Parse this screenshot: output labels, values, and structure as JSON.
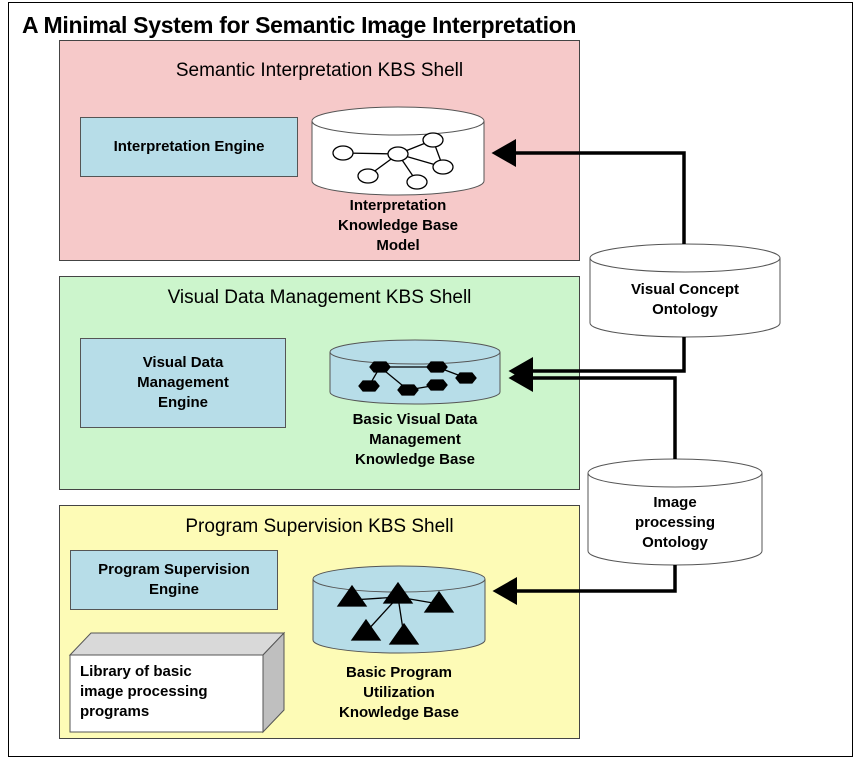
{
  "title": "A Minimal System for Semantic Image Interpretation",
  "shells": {
    "semantic": {
      "title": "Semantic Interpretation KBS Shell",
      "engine": "Interpretation Engine",
      "kb_label": "Interpretation\nKnowledge Base\nModel",
      "color": "#f6c9c9"
    },
    "visual": {
      "title": "Visual Data Management KBS Shell",
      "engine": "Visual Data\nManagement\nEngine",
      "kb_label": "Basic Visual Data\nManagement\nKnowledge Base",
      "color": "#ccf5cc"
    },
    "program": {
      "title": "Program Supervision KBS Shell",
      "engine": "Program Supervision\nEngine",
      "library": "Library of basic\nimage processing\nprograms",
      "kb_label": "Basic Program\nUtilization\nKnowledge Base",
      "color": "#fdfbb6"
    }
  },
  "ontologies": {
    "visual_concept": "Visual Concept\nOntology",
    "image_processing": "Image\nprocessing\nOntology"
  },
  "colors": {
    "engine": "#b7dde8",
    "kb_fill_white": "#ffffff",
    "kb_fill_blue": "#b7dde8"
  }
}
